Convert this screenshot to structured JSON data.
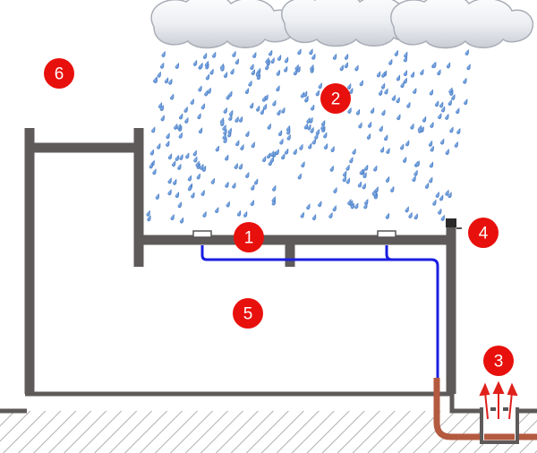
{
  "diagram": {
    "title": "",
    "markers": [
      {
        "id": "roof",
        "label": "1"
      },
      {
        "id": "rain",
        "label": "2"
      },
      {
        "id": "drain-outlet",
        "label": "3"
      },
      {
        "id": "overflow",
        "label": "4"
      },
      {
        "id": "interior",
        "label": "5"
      },
      {
        "id": "exterior",
        "label": "6"
      }
    ]
  },
  "colors": {
    "wall": "#5f5a5a",
    "pipe": "#1a1ee0",
    "drain_pipe": "#b35a3f",
    "arrow": "#e0201a",
    "marker": "#e8100c",
    "rain": "#3b73c2",
    "ground_hatch": "#b0b0b0",
    "cloud": "#e4e6ec"
  }
}
